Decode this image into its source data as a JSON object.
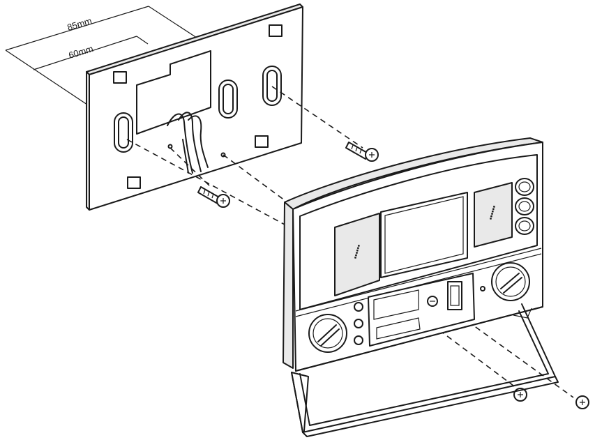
{
  "diagram": {
    "dimensions": [
      {
        "id": "outer-width",
        "label": "85mm"
      },
      {
        "id": "inner-width",
        "label": "60mm"
      }
    ],
    "parts": [
      "wall-plate",
      "thermostat-unit",
      "front-cover",
      "screws"
    ],
    "colors": {
      "ink": "#1a1a1a",
      "paper": "#ffffff",
      "shade": "#e9e9e9"
    }
  }
}
